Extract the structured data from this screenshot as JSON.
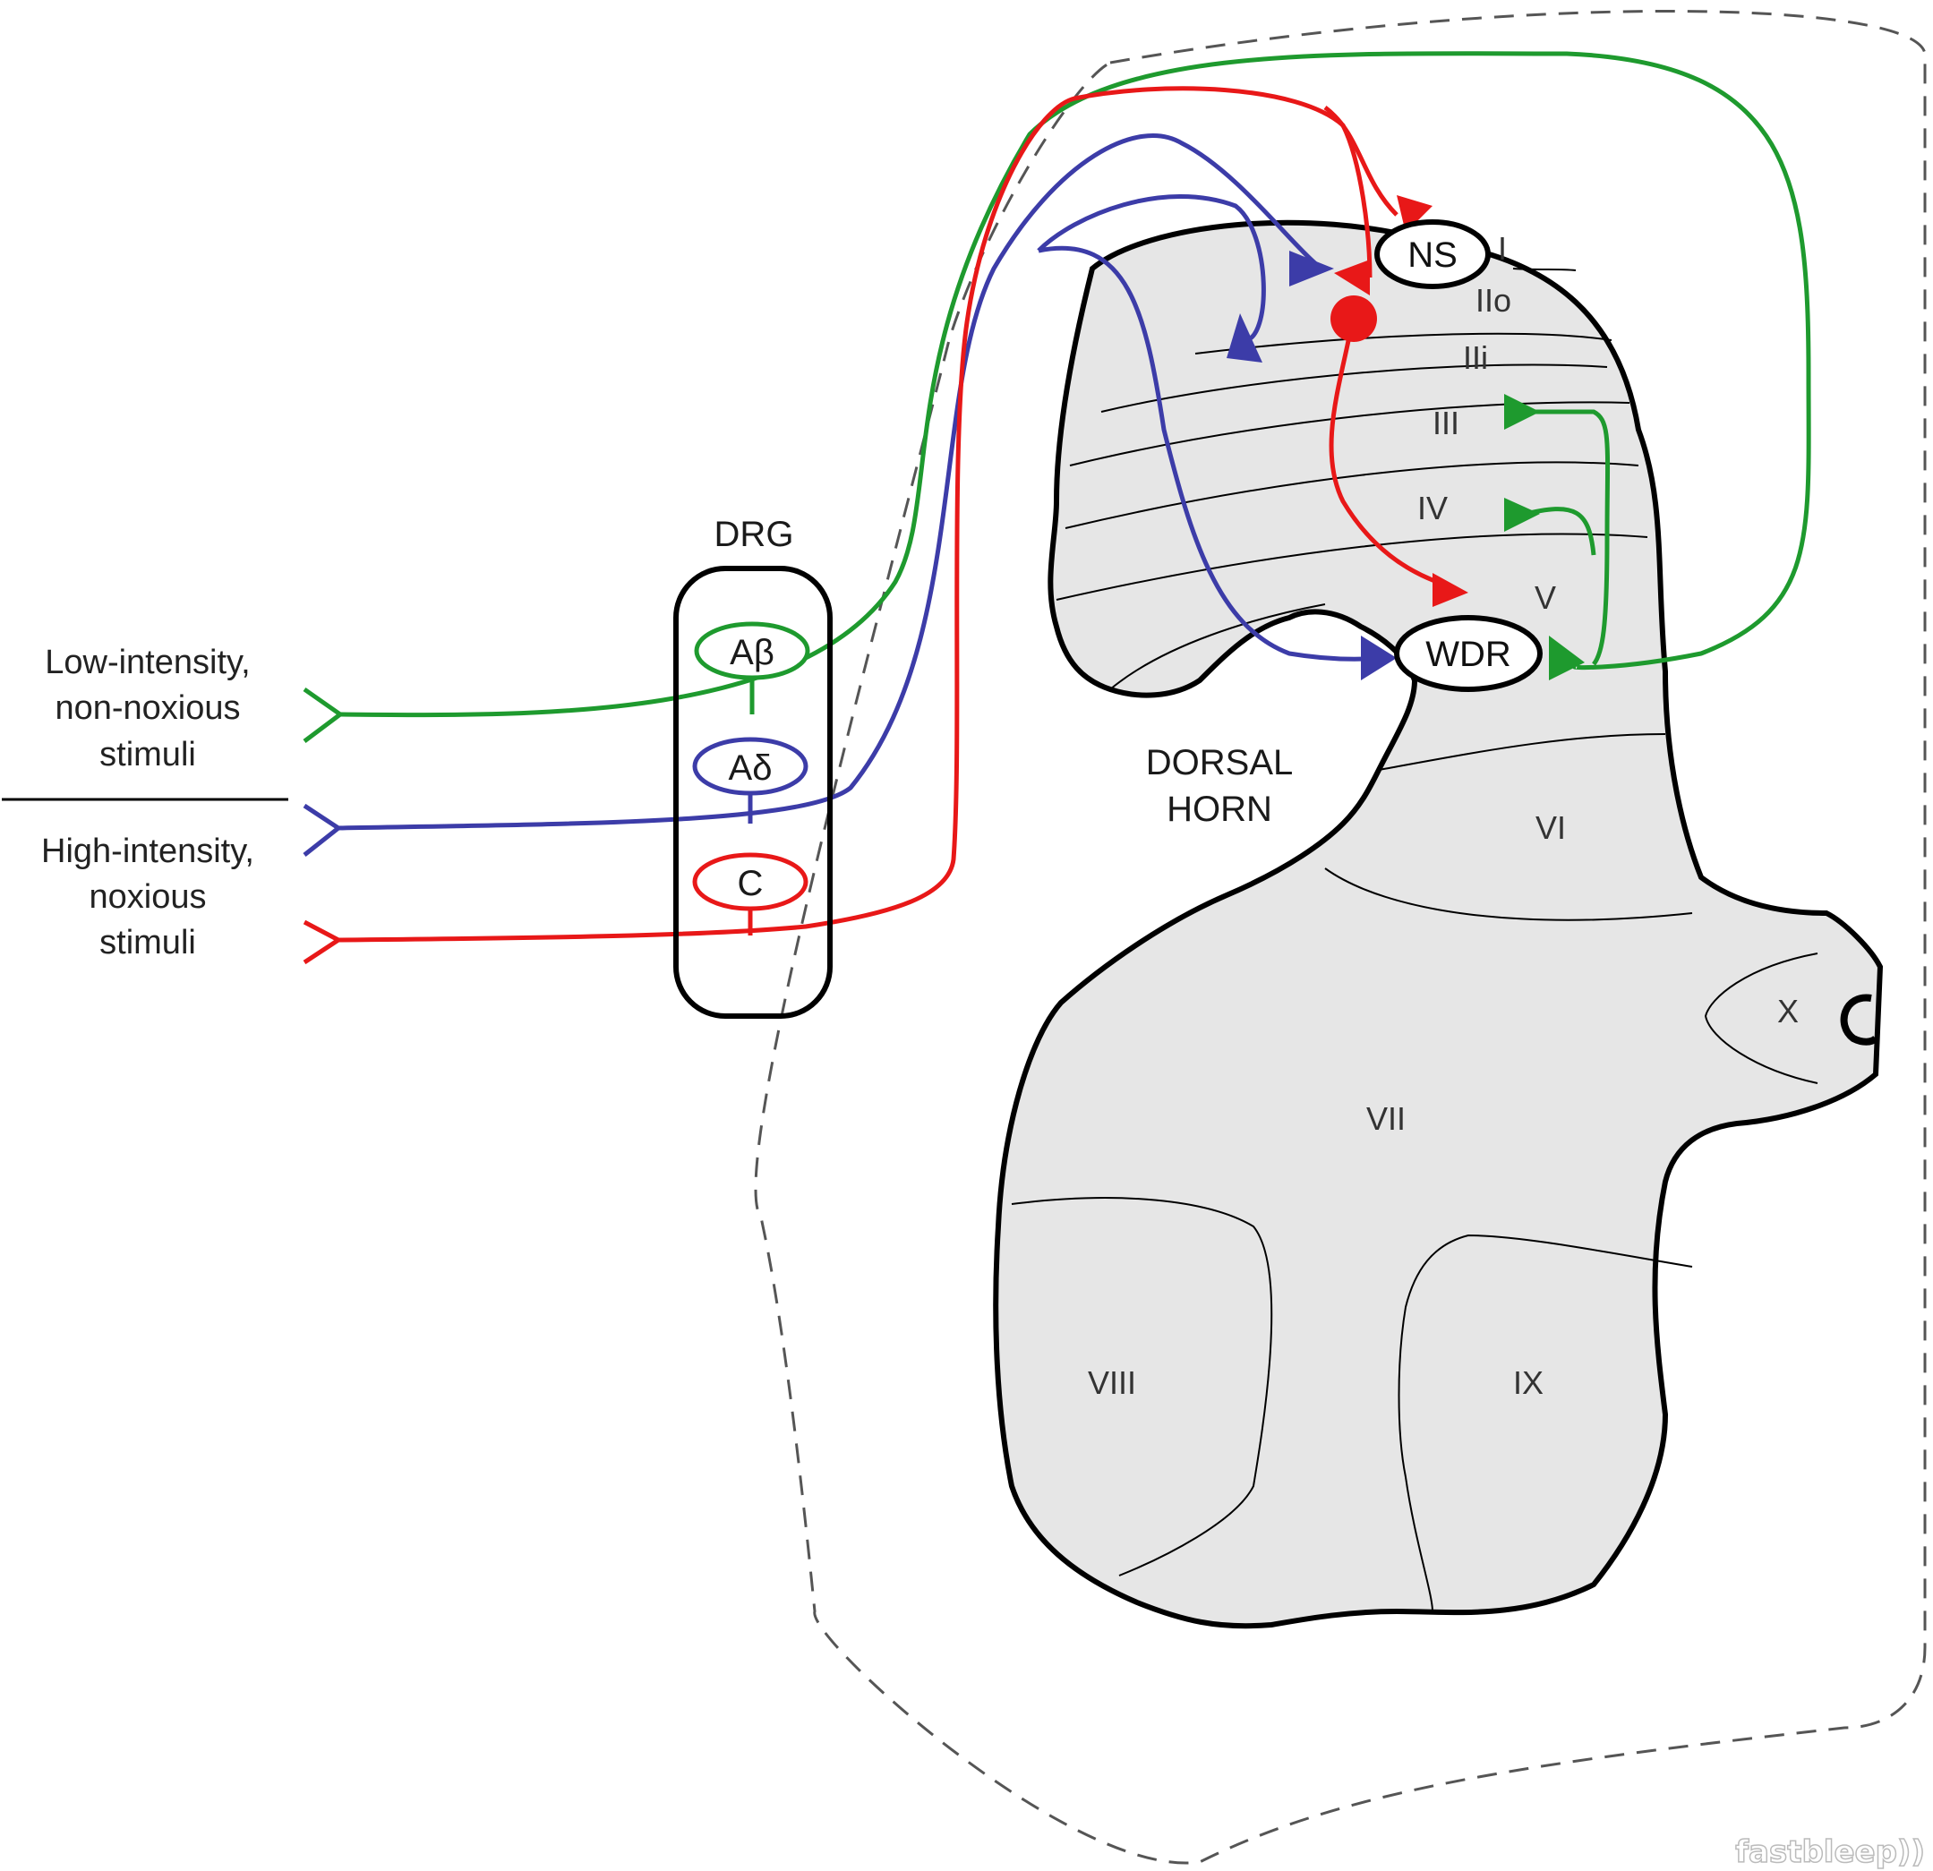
{
  "stimuli": {
    "low_line1": "Low-intensity,",
    "low_line2": "non-noxious",
    "low_line3": "stimuli",
    "high_line1": "High-intensity,",
    "high_line2": "noxious",
    "high_line3": "stimuli"
  },
  "drg": {
    "title": "DRG",
    "fibers": [
      {
        "label": "Aβ",
        "color": "#1e9a2e"
      },
      {
        "label": "Aδ",
        "color": "#3c3ca8"
      },
      {
        "label": "C",
        "color": "#e81818"
      }
    ]
  },
  "spinal_cord": {
    "region_line1": "DORSAL",
    "region_line2": "HORN",
    "laminae": [
      "I",
      "IIo",
      "IIi",
      "III",
      "IV",
      "V",
      "VI",
      "VII",
      "VIII",
      "IX",
      "X"
    ],
    "neurons": {
      "ns": "NS",
      "wdr": "WDR"
    }
  },
  "colors": {
    "green": "#1e9a2e",
    "blue": "#3c3ca8",
    "red": "#e81818",
    "tissue": "#e6e6e6"
  },
  "watermark": "fastbleep))"
}
